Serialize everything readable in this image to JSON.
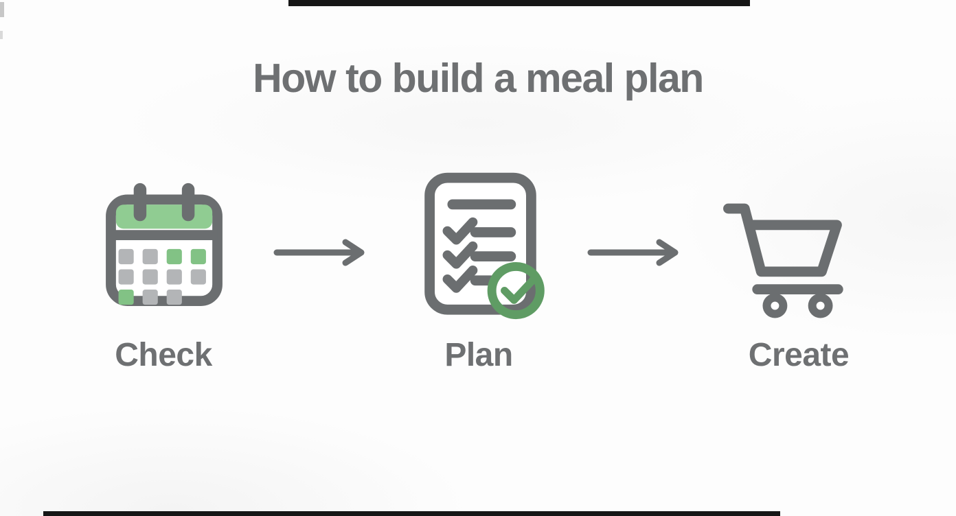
{
  "title": "How to build a meal plan",
  "steps": [
    {
      "label": "Check",
      "icon": "calendar-icon"
    },
    {
      "label": "Plan",
      "icon": "checklist-icon"
    },
    {
      "label": "Create",
      "icon": "shopping-cart-icon"
    }
  ],
  "arrows": [
    {
      "icon": "arrow-right-icon"
    },
    {
      "icon": "arrow-right-icon"
    }
  ],
  "colors": {
    "icon_gray": "#6b6e70",
    "text_gray": "#6e7072",
    "green_light": "#90cc92",
    "green_mid": "#82c285",
    "green_dark": "#5f9c64",
    "square_gray": "#b3b5b7",
    "artifact_dark": "#161616",
    "background": "#fdfdfd"
  }
}
